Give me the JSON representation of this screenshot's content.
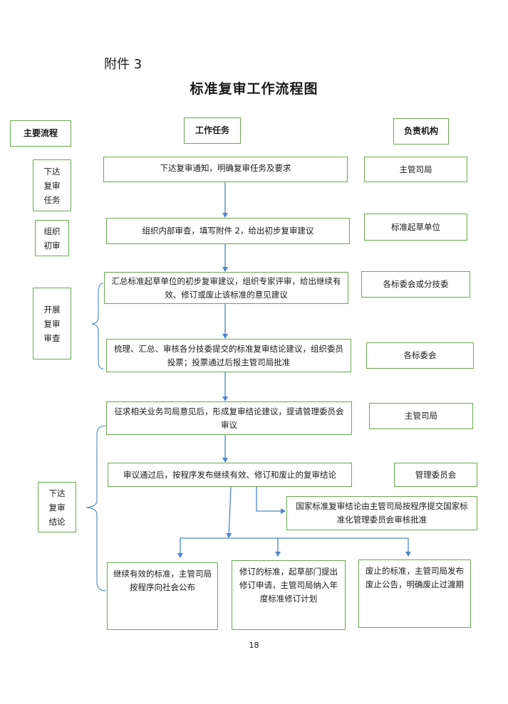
{
  "attachment_label": "附件 3",
  "title": "标准复审工作流程图",
  "headers": {
    "main_flow": "主要流程",
    "work_task": "工作任务",
    "responsible": "负责机构"
  },
  "stages": {
    "s1": "下达\n复审\n任务",
    "s2": "组织\n初审",
    "s3": "开展\n复审\n审查",
    "s4": "下达\n复审\n结论"
  },
  "tasks": {
    "t1": "下达复审通知，明确复审任务及要求",
    "t2": "组织内部审查，填写附件 2，给出初步复审建议",
    "t3": "汇总标准起草单位的初步复审建议，组织专家评审，给出继续有效、修订或废止该标准的意见建议",
    "t4": "梳理、汇总、审核各分技委提交的标准复审结论建议，组织委员投票；投票通过后报主管司局批准",
    "t5": "征求相关业务司局意见后，形成复审结论建议，提请管理委员会审议",
    "t6": "审议通过后，按程序发布继续有效、修订和废止的复审结论",
    "t7": "国家标准复审结论由主管司局按程序提交国家标准化管理委员会审核批准"
  },
  "orgs": {
    "o1": "主管司局",
    "o2": "标准起草单位",
    "o3": "各标委会或分技委",
    "o4": "各标委会",
    "o5": "主管司局",
    "o6": "管理委员会"
  },
  "outcomes": {
    "continue": "继续有效的标准，主管司局按程序向社会公布",
    "revise": "修订的标准，起草部门提出修订申请，主管司局纳入年度标准修订计划",
    "abolish": "废止的标准，主管司局发布废止公告，明确废止过渡期"
  },
  "page_number": "18",
  "colors": {
    "box_border": "#6aa84f",
    "arrow": "#4a86c8"
  }
}
